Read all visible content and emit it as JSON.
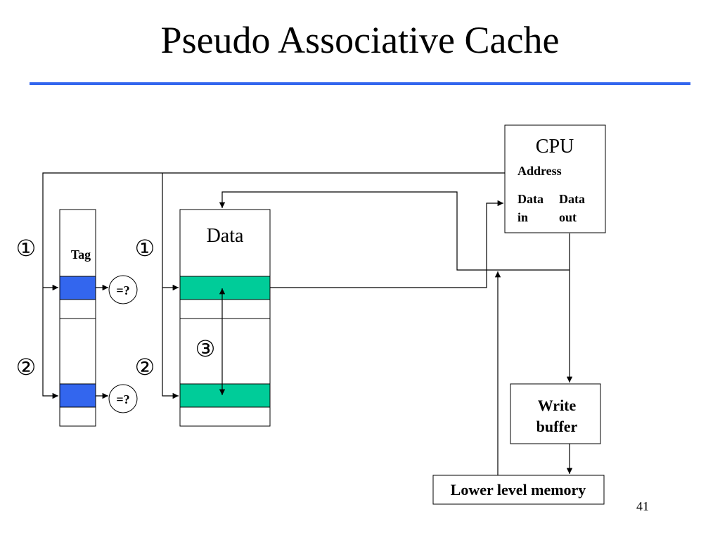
{
  "slide": {
    "title": "Pseudo Associative Cache",
    "page_number": "41",
    "accent_color": "#3366ee"
  },
  "cpu": {
    "label": "CPU",
    "address": "Address",
    "data_in_line1": "Data",
    "data_in_line2": "in",
    "data_out_line1": "Data",
    "data_out_line2": "out"
  },
  "tag_array": {
    "label": "Tag",
    "fill_color": "#3366ee"
  },
  "data_array": {
    "label": "Data",
    "fill_color": "#00cc99"
  },
  "compare_label": "=?",
  "step_markers": {
    "one": "①",
    "two": "②",
    "three": "③"
  },
  "write_buffer": {
    "line1": "Write",
    "line2": "buffer"
  },
  "lower_memory": {
    "label": "Lower level memory"
  }
}
